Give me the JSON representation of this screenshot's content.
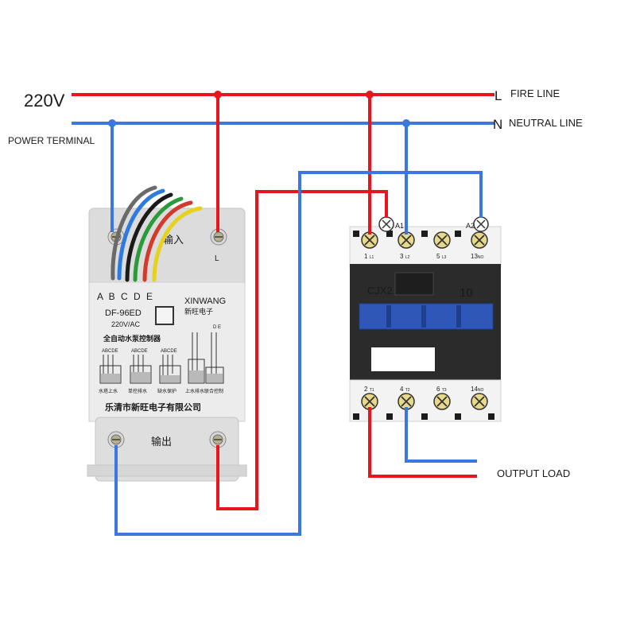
{
  "labels": {
    "voltage": "220V",
    "power_terminal": "POWER TERMINAL",
    "fire_line_letter": "L",
    "fire_line": "FIRE LINE",
    "neutral_line_letter": "N",
    "neutral_line": "NEUTRAL LINE",
    "output_load": "OUTPUT LOAD"
  },
  "controller": {
    "terminal_letters": "A B C D E",
    "model": "DF-96ED",
    "rating": "220V/AC",
    "brand": "XINWANG",
    "brand_cn": "新旺电子",
    "product_cn": "全自动水泵控制器",
    "probe_header_1": "ABCDE",
    "probe_header_2": "ABCDE",
    "probe_header_3": "ABCDE",
    "probe_header_4": "D E",
    "mode_1": "水塔上水",
    "mode_2": "单控排水",
    "mode_3": "缺水保护",
    "mode_4": "上水排水联合控制",
    "company_cn": "乐清市新旺电子有限公司",
    "input_cn": "输入",
    "output_cn": "输出",
    "terminal_l": "L"
  },
  "contactor": {
    "model": "CJX2",
    "rating_code": "10",
    "coil_a1": "A1",
    "coil_a2": "A2",
    "top_terminals": [
      {
        "num": "1",
        "sub": "L1"
      },
      {
        "num": "3",
        "sub": "L2"
      },
      {
        "num": "5",
        "sub": "L3"
      },
      {
        "num": "13",
        "sub": "NO"
      }
    ],
    "bottom_terminals": [
      {
        "num": "2",
        "sub": "T1"
      },
      {
        "num": "4",
        "sub": "T2"
      },
      {
        "num": "6",
        "sub": "T3"
      },
      {
        "num": "14",
        "sub": "NO"
      }
    ]
  },
  "colors": {
    "fire_wire": "#e8141e",
    "neutral_wire": "#3a78e0",
    "contactor_body": "#2b2b2b",
    "contactor_slider": "#2f57b8",
    "controller_body": "#e9e9e9"
  }
}
